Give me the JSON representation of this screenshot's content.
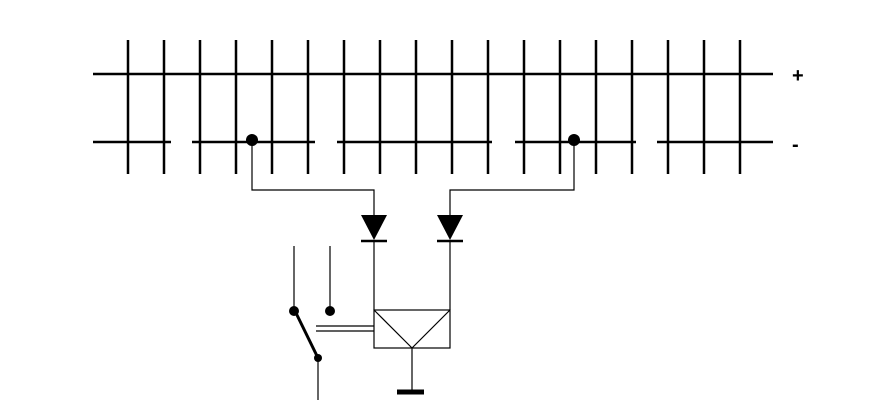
{
  "diagram": {
    "positive_label": "+",
    "negative_label": "-",
    "colors": {
      "line": "#000000",
      "background": "#ffffff"
    },
    "components": [
      "positive-rail",
      "negative-rail-segments",
      "tie-bars",
      "diode-left",
      "diode-right",
      "relay-box",
      "relay-switch",
      "ground-symbol"
    ]
  }
}
